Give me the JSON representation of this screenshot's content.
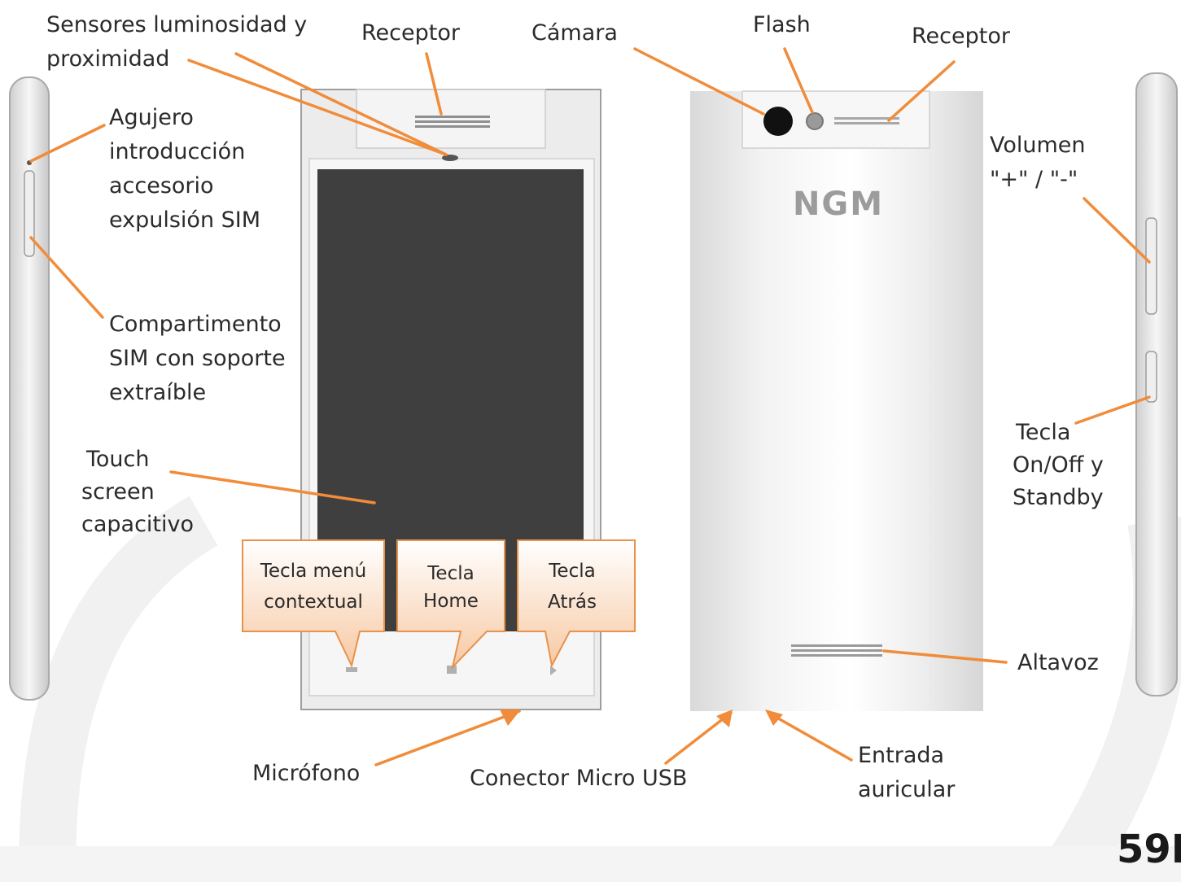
{
  "labels": {
    "sensors": [
      "Sensores luminosidad  y",
      "proximidad"
    ],
    "receiver_front": "Receptor",
    "camera": "Cámara",
    "flash": "Flash",
    "receiver_back": "Receptor",
    "sim_hole": [
      "Agujero",
      "introducción",
      "accesorio",
      "expulsión SIM"
    ],
    "sim_tray": [
      "Compartimento",
      "SIM con soporte",
      "extraíble"
    ],
    "touch": [
      "Touch",
      "screen",
      "capacitivo"
    ],
    "volume": [
      "Volumen",
      "\"+\" / \"-\""
    ],
    "power": [
      "Tecla",
      "On/Off y",
      "Standby"
    ],
    "speaker": "Altavoz",
    "microphone": "Micrófono",
    "usb": "Conector Micro USB",
    "headset": [
      "Entrada",
      "auricular"
    ]
  },
  "callouts": {
    "menu": [
      "Tecla menú",
      "contextual"
    ],
    "home": [
      "Tecla",
      "Home"
    ],
    "back": [
      "Tecla",
      "Atrás"
    ]
  },
  "brand": "NGM",
  "page_number": "59I",
  "colors": {
    "leader_line": "#f08c3a",
    "callout_fill": "#fbe3cf",
    "screen": "#3f3f3f",
    "phone_body": "#ececec"
  }
}
